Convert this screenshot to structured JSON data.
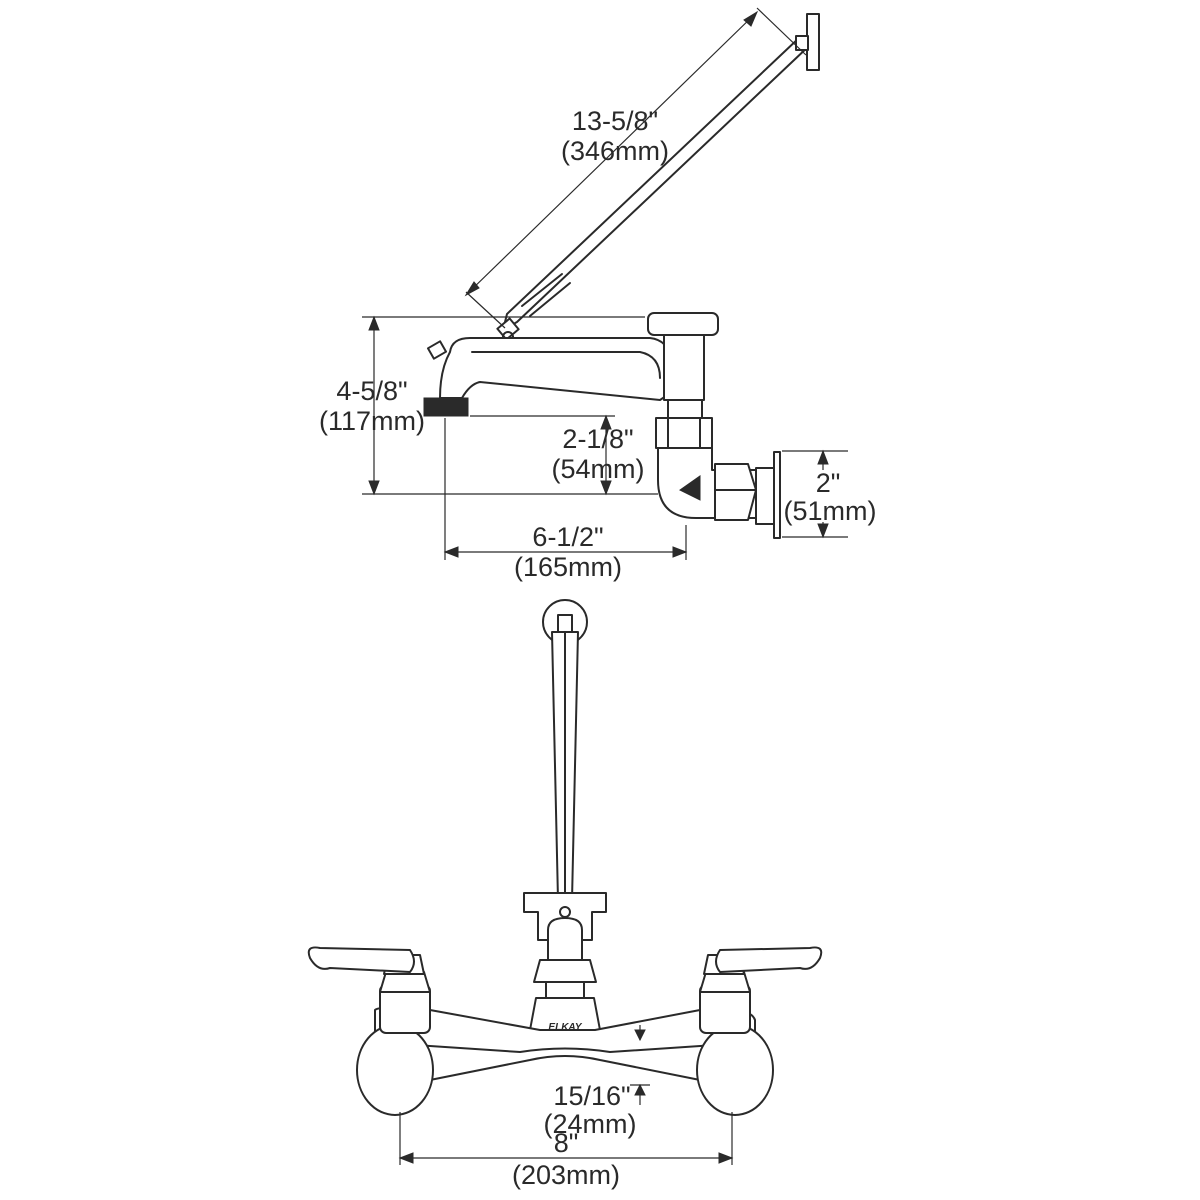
{
  "brand_mark": "ELKAY",
  "side_view": {
    "arm_length": {
      "imperial": "13-5/8\"",
      "metric": "(346mm)"
    },
    "total_height": {
      "imperial": "4-5/8\"",
      "metric": "(117mm)"
    },
    "outlet_height": {
      "imperial": "2-1/8\"",
      "metric": "(54mm)"
    },
    "inlet_height": {
      "imperial": "2\"",
      "metric": "(51mm)"
    },
    "spout_reach": {
      "imperial": "6-1/2\"",
      "metric": "(165mm)"
    }
  },
  "front_view": {
    "body_offset": {
      "imperial": "15/16\"",
      "metric": "(24mm)"
    },
    "centers": {
      "imperial": "8\"",
      "metric": "(203mm)"
    }
  }
}
